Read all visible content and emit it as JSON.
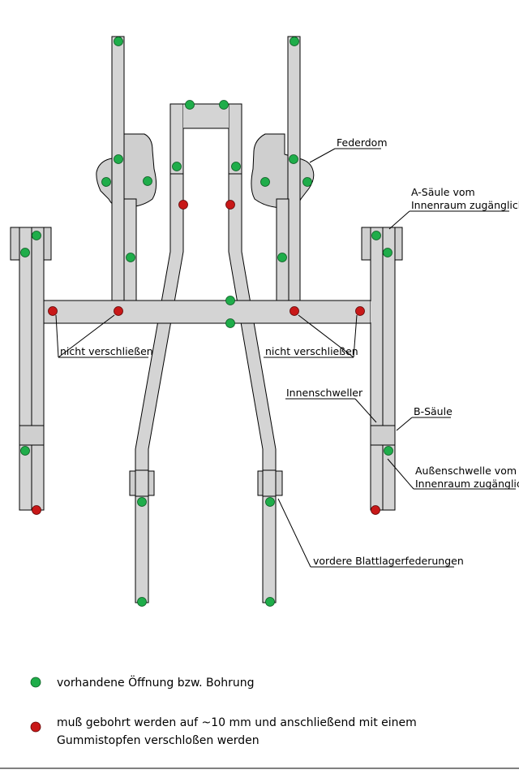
{
  "labels": {
    "federdom": "Federdom",
    "a_saeule_line1": "A-Säule vom",
    "a_saeule_line2": "Innenraum zugänglich",
    "nicht_verschliessen_left": "nicht  verschließen",
    "nicht_verschliessen_right": "nicht  verschließen",
    "innenschweller": "Innenschweller",
    "b_saeule": "B-Säule",
    "aussenschwelle_line1": "Außenschwelle vom",
    "aussenschwelle_line2": "Innenraum zugänglich",
    "blattlager": "vordere Blattlagerfederungen"
  },
  "legend": {
    "green_text": "vorhandene Öffnung bzw. Bohrung",
    "red_text_line1": "muß gebohrt werden auf ~10 mm und anschließend mit einem",
    "red_text_line2": "Gummistopfen verschloßen werden"
  },
  "colors": {
    "existing_hole": "#1fad4a",
    "to_drill_hole": "#c81818",
    "frame_fill": "#d4d4d4"
  }
}
